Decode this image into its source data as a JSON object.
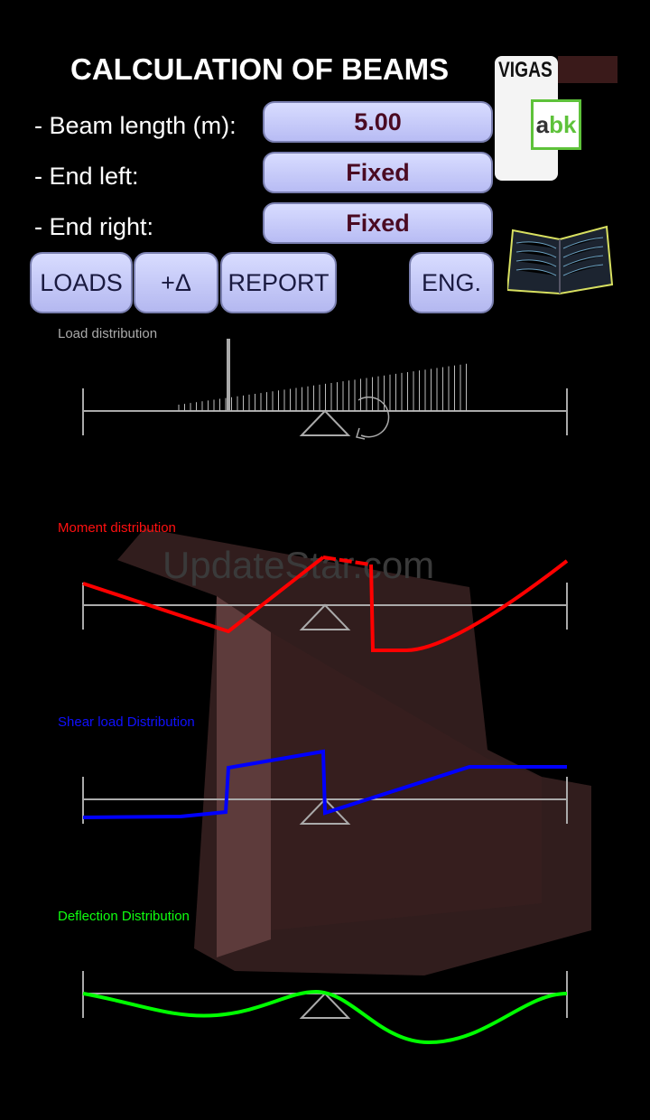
{
  "header": {
    "title": "CALCULATION OF BEAMS"
  },
  "form": {
    "beam_length_label": "- Beam length (m):",
    "beam_length_value": "5.00",
    "end_left_label": "- End left:",
    "end_left_value": "Fixed",
    "end_right_label": "- End right:",
    "end_right_value": "Fixed"
  },
  "toolbar": {
    "loads": "LOADS",
    "delta": "+Δ",
    "report": "REPORT",
    "language": "ENG."
  },
  "promo": {
    "app_name": "VIGAS",
    "logo": "abk"
  },
  "charts": {
    "load": "Load distribution",
    "moment": "Moment distribution",
    "shear": "Shear load Distribution",
    "deflection": "Deflection Distribution"
  },
  "colors": {
    "moment": "#ff0000",
    "shear": "#0000ff",
    "deflection": "#00ff00",
    "beam": "#aaaaaa"
  },
  "watermark": "UpdateStar.com"
}
